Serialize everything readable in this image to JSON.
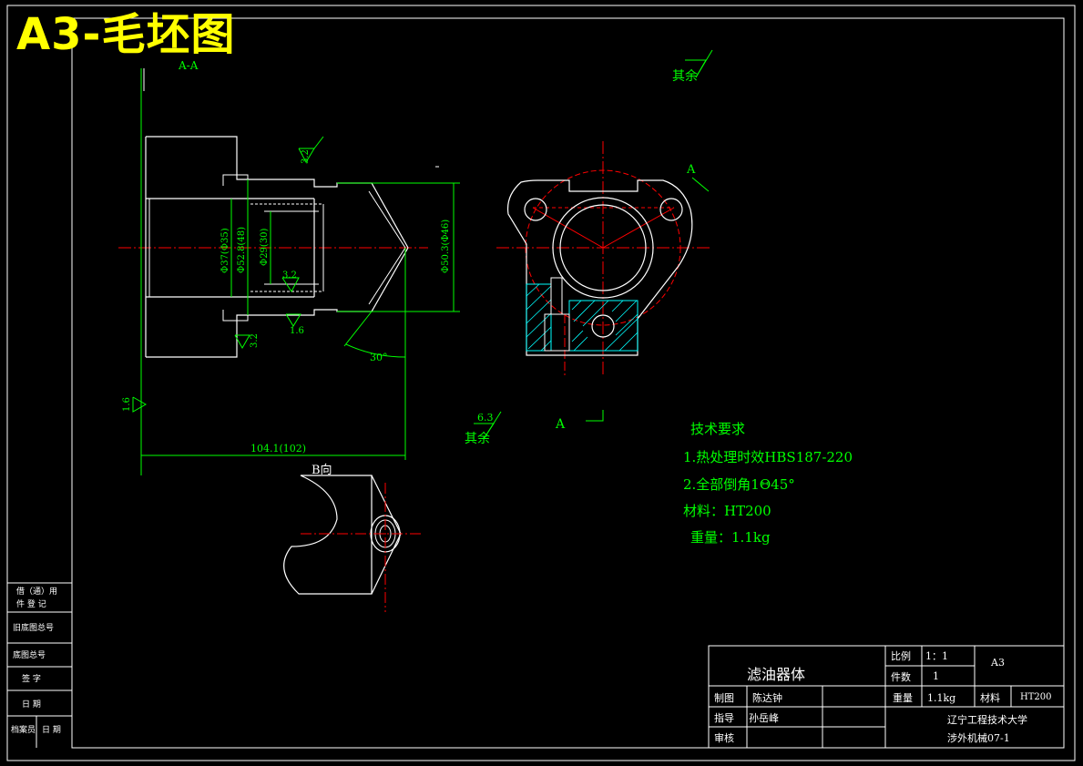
{
  "overlay_title": "A3-毛坯图",
  "views": {
    "section_label": "A-A",
    "view_b_label": "B向",
    "view_a_label": "A",
    "section_arrow_label": "A"
  },
  "roughness": {
    "rest_label": "其余",
    "rest_value": "6.3",
    "top_label": "其余",
    "values": [
      "3.2",
      "3.2",
      "1.6",
      "3.2",
      "1.6"
    ]
  },
  "dimensions": {
    "d1": "Φ37(Φ35)",
    "d2": "Φ52.8(48)",
    "d3": "Φ29(30)",
    "d4": "Φ50.3(Φ46)",
    "length": "104.1(102)",
    "angle": "30°"
  },
  "tech": {
    "heading": "技术要求",
    "line1": "1.热处理时效HBS187-220",
    "line2": "2.全部倒角1Θ45°",
    "line3": "材料：HT200",
    "line4": "重量：1.1kg"
  },
  "left_column": {
    "r1a": "借（通）用",
    "r1b": "件 登 记",
    "r2": "旧底图总号",
    "r3": "底图总号",
    "r4": "签    字",
    "r5": "日    期",
    "r6a": "档案员",
    "r6b": "日 期"
  },
  "title_block": {
    "part_name": "滤油器体",
    "scale_label": "比例",
    "scale_value": "1：1",
    "sheet_size": "A3",
    "qty_label": "件数",
    "qty_value": "1",
    "drawn_label": "制图",
    "drawn_name": "陈达钟",
    "weight_label": "重量",
    "weight_value": "1.1kg",
    "material_label": "材料",
    "material_value": "HT200",
    "guide_label": "指导",
    "guide_name": "孙岳峰",
    "review_label": "审核",
    "school": "辽宁工程技术大学",
    "class_name": "涉外机械07-1"
  },
  "colors": {
    "border": "#ffffff",
    "drawing": "#ffffff",
    "dimension": "#00ff00",
    "centerline": "#ff0000",
    "hatch": "#00ffff",
    "title_overlay": "#ffff00"
  }
}
